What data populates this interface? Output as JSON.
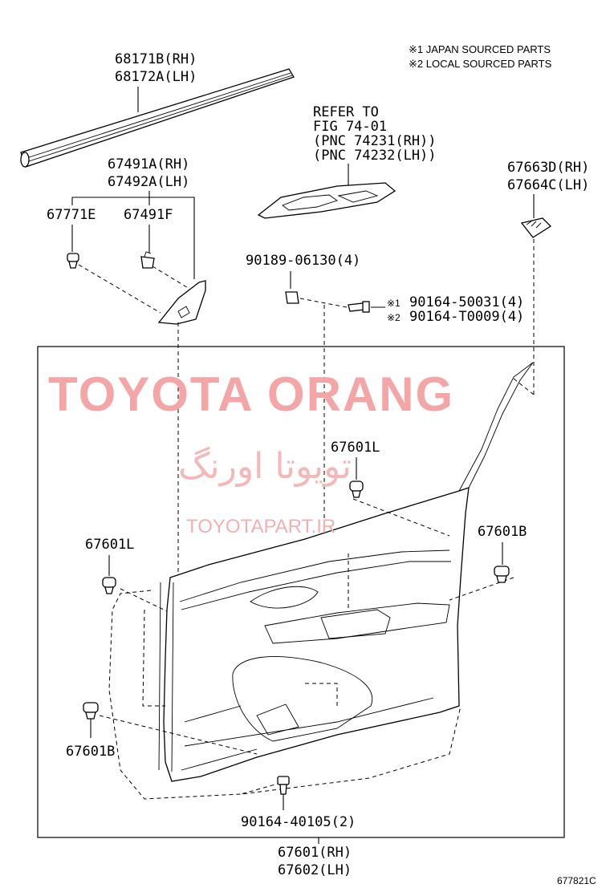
{
  "notes": {
    "note1": "※1 JAPAN SOURCED PARTS",
    "note2": "※2 LOCAL SOURCED PARTS"
  },
  "labels": {
    "weatherstrip_rh": "68171B(RH)",
    "weatherstrip_lh": "68172A(LH)",
    "refer_1": "REFER TO",
    "refer_2": "FIG 74-01",
    "refer_3": "(PNC 74231(RH))",
    "refer_4": "(PNC 74232(LH))",
    "cover_rh": "67491A(RH)",
    "cover_lh": "67492A(LH)",
    "clip_a": "67771E",
    "clip_b": "67491F",
    "retainer_rh": "67663D(RH)",
    "retainer_lh": "67664C(LH)",
    "nut": "90189-06130(4)",
    "screw_mark1": "※1",
    "screw_mark2": "※2",
    "screw1": "90164-50031(4)",
    "screw2": "90164-T0009(4)",
    "clip_l_top": "67601L",
    "clip_b_right": "67601B",
    "clip_l_left": "67601L",
    "clip_b_left": "67601B",
    "screw_bottom": "90164-40105(2)",
    "panel_rh": "67601(RH)",
    "panel_lh": "67602(LH)",
    "drawing_code": "677821C"
  },
  "watermark": {
    "line1": "TOYOTA ORANG",
    "line2": "تویوتا اورنگ",
    "line3": "TOYOTAPART.IR"
  }
}
